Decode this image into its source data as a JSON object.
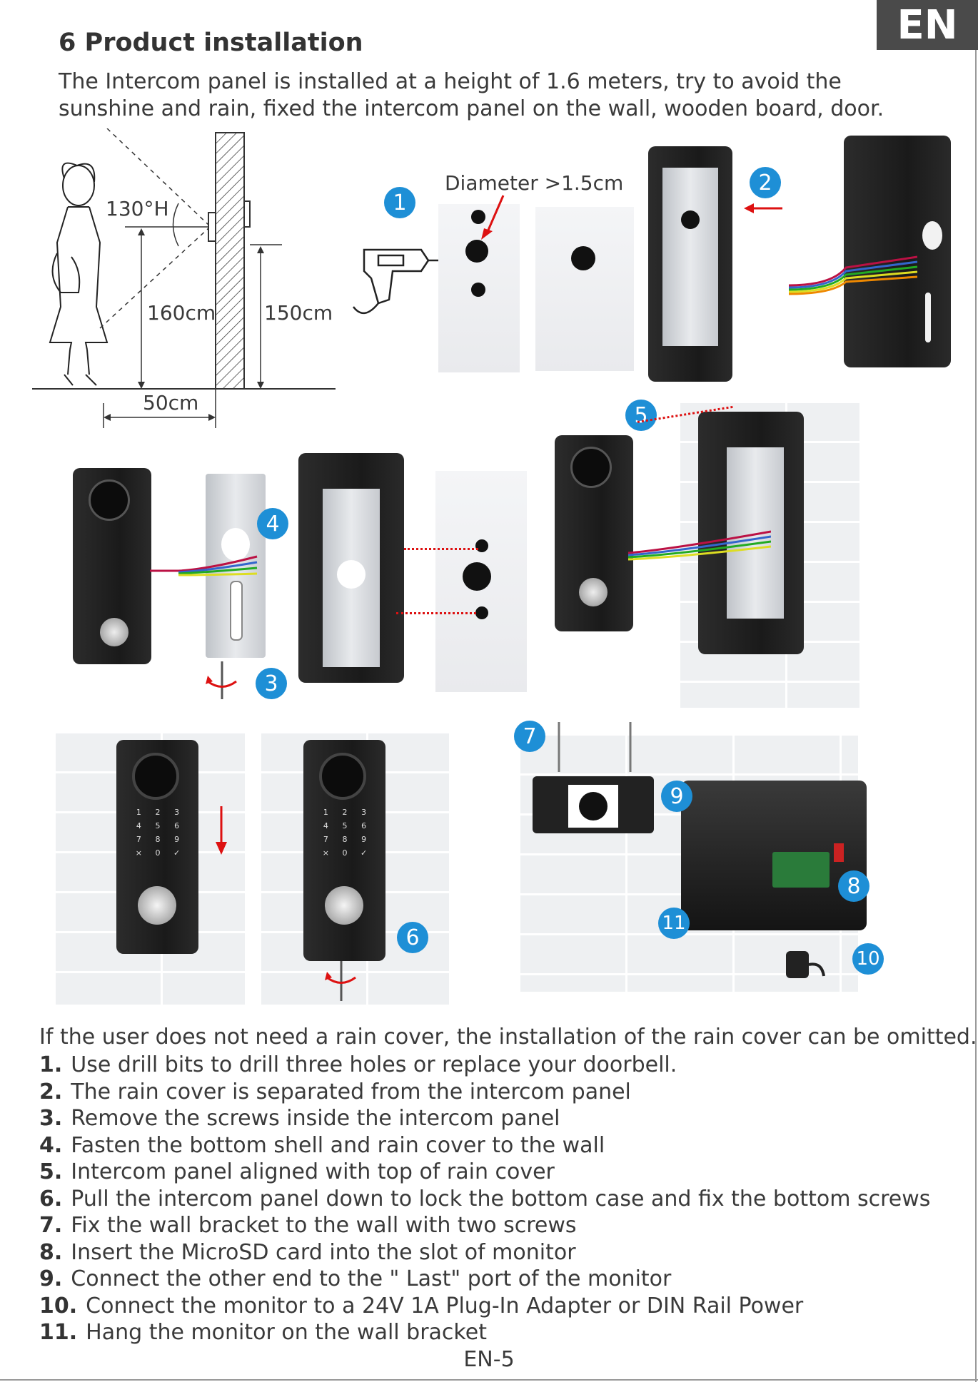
{
  "header": {
    "lang_tab": "EN"
  },
  "section": {
    "title": "6  Product installation",
    "intro": "The Intercom panel is installed at a height of 1.6 meters, try to avoid the sunshine and rain, fixed the intercom panel on the wall, wooden board, door."
  },
  "diagram": {
    "angle_label": "130°H",
    "height_camera": "160cm",
    "height_panel": "150cm",
    "distance": "50cm",
    "diameter_label": "Diameter >1.5cm",
    "steps": [
      "1",
      "2",
      "3",
      "4",
      "5",
      "6",
      "7",
      "8",
      "9",
      "10",
      "11"
    ],
    "keypad": [
      "1",
      "2",
      "3",
      "4",
      "5",
      "6",
      "7",
      "8",
      "9",
      "×",
      "0",
      "✓"
    ]
  },
  "instructions": {
    "note": "If the user does not need a rain cover, the installation of the rain cover can be omitted.",
    "items": [
      {
        "num": "1.",
        "text": "Use drill bits to drill three holes or replace your doorbell."
      },
      {
        "num": "2.",
        "text": "The rain cover is separated from the intercom panel"
      },
      {
        "num": "3.",
        "text": "Remove the screws inside the intercom panel"
      },
      {
        "num": "4.",
        "text": "Fasten the bottom shell and rain cover to the wall"
      },
      {
        "num": "5.",
        "text": "Intercom panel aligned with top of rain cover"
      },
      {
        "num": "6.",
        "text": "Pull the intercom panel down to lock the bottom case and fix the bottom screws"
      },
      {
        "num": "7.",
        "text": "Fix the wall bracket to the wall with two screws"
      },
      {
        "num": "8.",
        "text": "Insert the MicroSD card into the slot of monitor"
      },
      {
        "num": "9.",
        "text": "Connect the other end to the \" Last\" port of the monitor"
      },
      {
        "num": "10.",
        "text": "Connect the monitor to a 24V 1A Plug-In Adapter or DIN Rail Power"
      },
      {
        "num": "11.",
        "text": "Hang the monitor on the wall bracket"
      }
    ]
  },
  "footer": {
    "page_number": "EN-5"
  }
}
